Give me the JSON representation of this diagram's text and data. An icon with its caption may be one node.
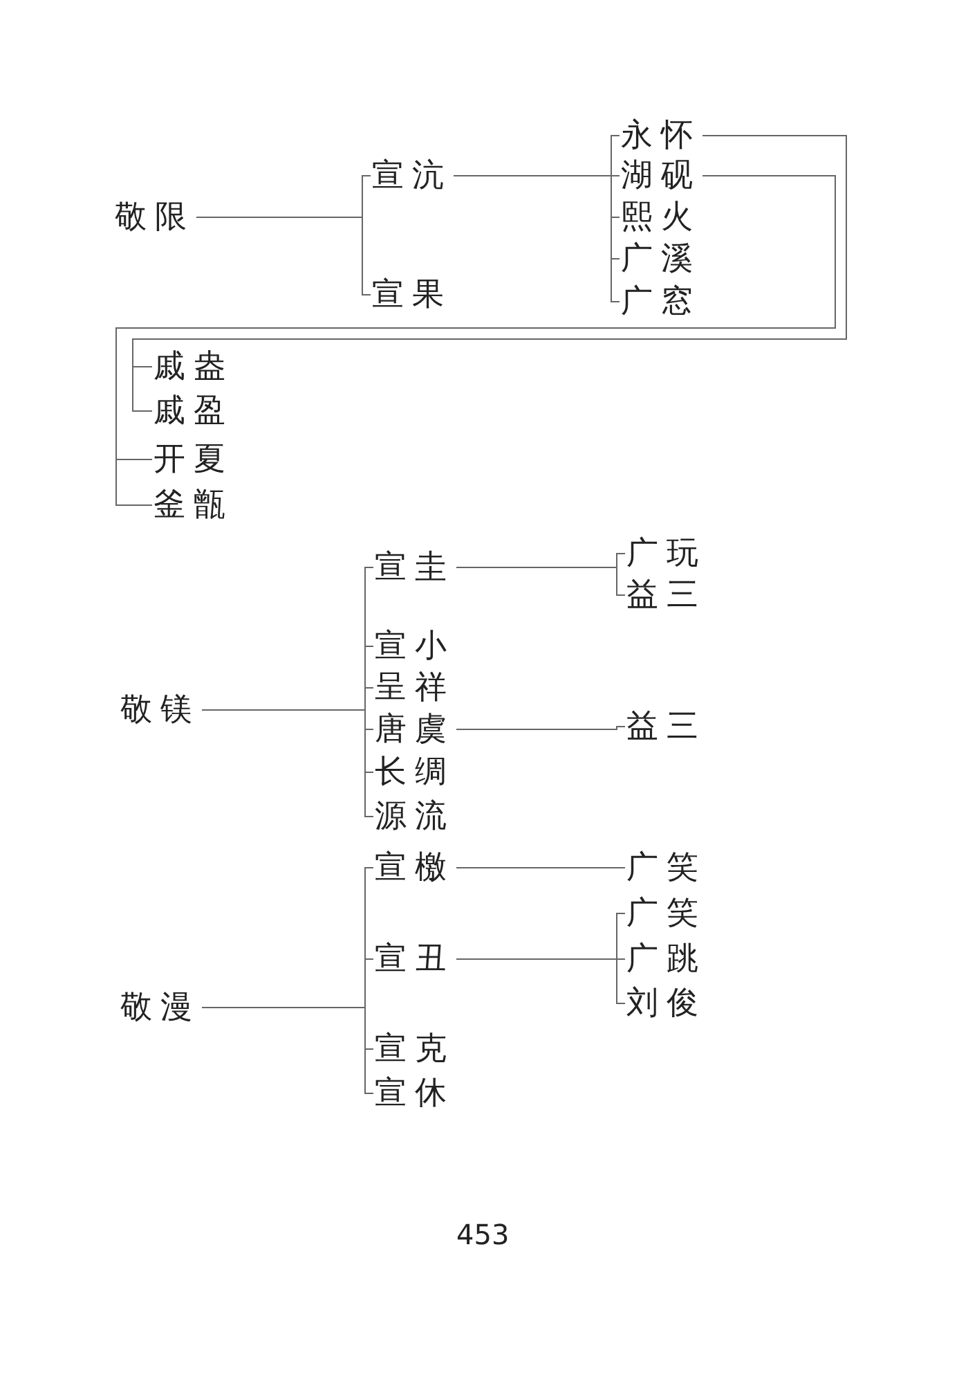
{
  "diagram": {
    "nodes": [
      {
        "text": [
          "敬限"
        ]
      },
      {
        "text": [
          "宣沆"
        ]
      },
      {
        "text": [
          "宣果"
        ]
      },
      {
        "text": [
          "永怀"
        ]
      },
      {
        "text": [
          "湖砚"
        ]
      },
      {
        "text": [
          "熙火"
        ]
      },
      {
        "text": [
          "广溪"
        ]
      },
      {
        "text": [
          "广窓"
        ]
      },
      {
        "text": [
          "戚盎"
        ]
      },
      {
        "text": [
          "戚盈"
        ]
      },
      {
        "text": [
          "开夏"
        ]
      },
      {
        "text": [
          "釜甑"
        ]
      },
      {
        "text": [
          "宣圭"
        ]
      },
      {
        "text": [
          "广玩"
        ]
      },
      {
        "text": [
          "益三"
        ]
      },
      {
        "text": [
          "宣小"
        ]
      },
      {
        "text": [
          "呈祥"
        ]
      },
      {
        "text": [
          "敬镁"
        ]
      },
      {
        "text": [
          "唐虞"
        ]
      },
      {
        "text": [
          "益三"
        ]
      },
      {
        "text": [
          "长绸"
        ]
      },
      {
        "text": [
          "源流"
        ]
      },
      {
        "text": [
          "宣檄"
        ]
      },
      {
        "text": [
          "广笑"
        ]
      },
      {
        "text": [
          "广笑"
        ]
      },
      {
        "text": [
          "宣丑"
        ]
      },
      {
        "text": [
          "广跳"
        ]
      },
      {
        "text": [
          "刘俊"
        ]
      },
      {
        "text": [
          "敬漫"
        ]
      },
      {
        "text": [
          "宣克"
        ]
      },
      {
        "text": [
          "宣休"
        ]
      }
    ],
    "edges": [
      {
        "from": 0,
        "to": 1,
        "arrow": "none"
      },
      {
        "from": 0,
        "to": 2,
        "arrow": "none"
      },
      {
        "from": 1,
        "to": 3,
        "arrow": "none"
      },
      {
        "from": 1,
        "to": 4,
        "arrow": "none"
      },
      {
        "from": 1,
        "to": 5,
        "arrow": "none"
      },
      {
        "from": 1,
        "to": 6,
        "arrow": "none"
      },
      {
        "from": 1,
        "to": 7,
        "arrow": "none"
      },
      {
        "from": 3,
        "to": 8,
        "arrow": "none"
      },
      {
        "from": 3,
        "to": 9,
        "arrow": "none"
      },
      {
        "from": 4,
        "to": 10,
        "arrow": "none"
      },
      {
        "from": 4,
        "to": 11,
        "arrow": "none"
      },
      {
        "from": 17,
        "to": 12,
        "arrow": "none"
      },
      {
        "from": 17,
        "to": 15,
        "arrow": "none"
      },
      {
        "from": 17,
        "to": 16,
        "arrow": "none"
      },
      {
        "from": 17,
        "to": 18,
        "arrow": "none"
      },
      {
        "from": 17,
        "to": 20,
        "arrow": "none"
      },
      {
        "from": 17,
        "to": 21,
        "arrow": "none"
      },
      {
        "from": 12,
        "to": 13,
        "arrow": "none"
      },
      {
        "from": 12,
        "to": 14,
        "arrow": "none"
      },
      {
        "from": 18,
        "to": 19,
        "arrow": "none"
      },
      {
        "from": 28,
        "to": 22,
        "arrow": "none"
      },
      {
        "from": 28,
        "to": 25,
        "arrow": "none"
      },
      {
        "from": 28,
        "to": 29,
        "arrow": "none"
      },
      {
        "from": 28,
        "to": 30,
        "arrow": "none"
      },
      {
        "from": 22,
        "to": 23,
        "arrow": "none"
      },
      {
        "from": 25,
        "to": 24,
        "arrow": "none"
      },
      {
        "from": 25,
        "to": 26,
        "arrow": "none"
      },
      {
        "from": 25,
        "to": 27,
        "arrow": "none"
      }
    ],
    "labels": [
      "453"
    ]
  }
}
